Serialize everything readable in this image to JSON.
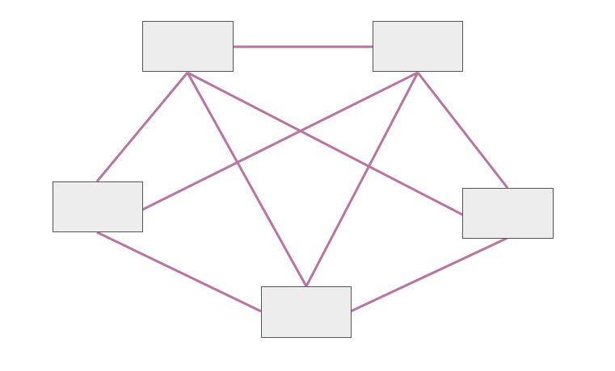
{
  "colors": {
    "edge": "#b8739f",
    "node_fill": "#ededed",
    "node_border": "#555555"
  },
  "nodes": [
    {
      "id": "a",
      "label": ""
    },
    {
      "id": "b",
      "label": ""
    },
    {
      "id": "c",
      "label": ""
    },
    {
      "id": "d",
      "label": ""
    },
    {
      "id": "e",
      "label": ""
    }
  ],
  "edges": [
    {
      "from": "a",
      "to": "b"
    },
    {
      "from": "a",
      "to": "c"
    },
    {
      "from": "a",
      "to": "e"
    },
    {
      "from": "a",
      "to": "d"
    },
    {
      "from": "b",
      "to": "c"
    },
    {
      "from": "b",
      "to": "e"
    },
    {
      "from": "b",
      "to": "d"
    },
    {
      "from": "c",
      "to": "e"
    },
    {
      "from": "d",
      "to": "e"
    }
  ]
}
